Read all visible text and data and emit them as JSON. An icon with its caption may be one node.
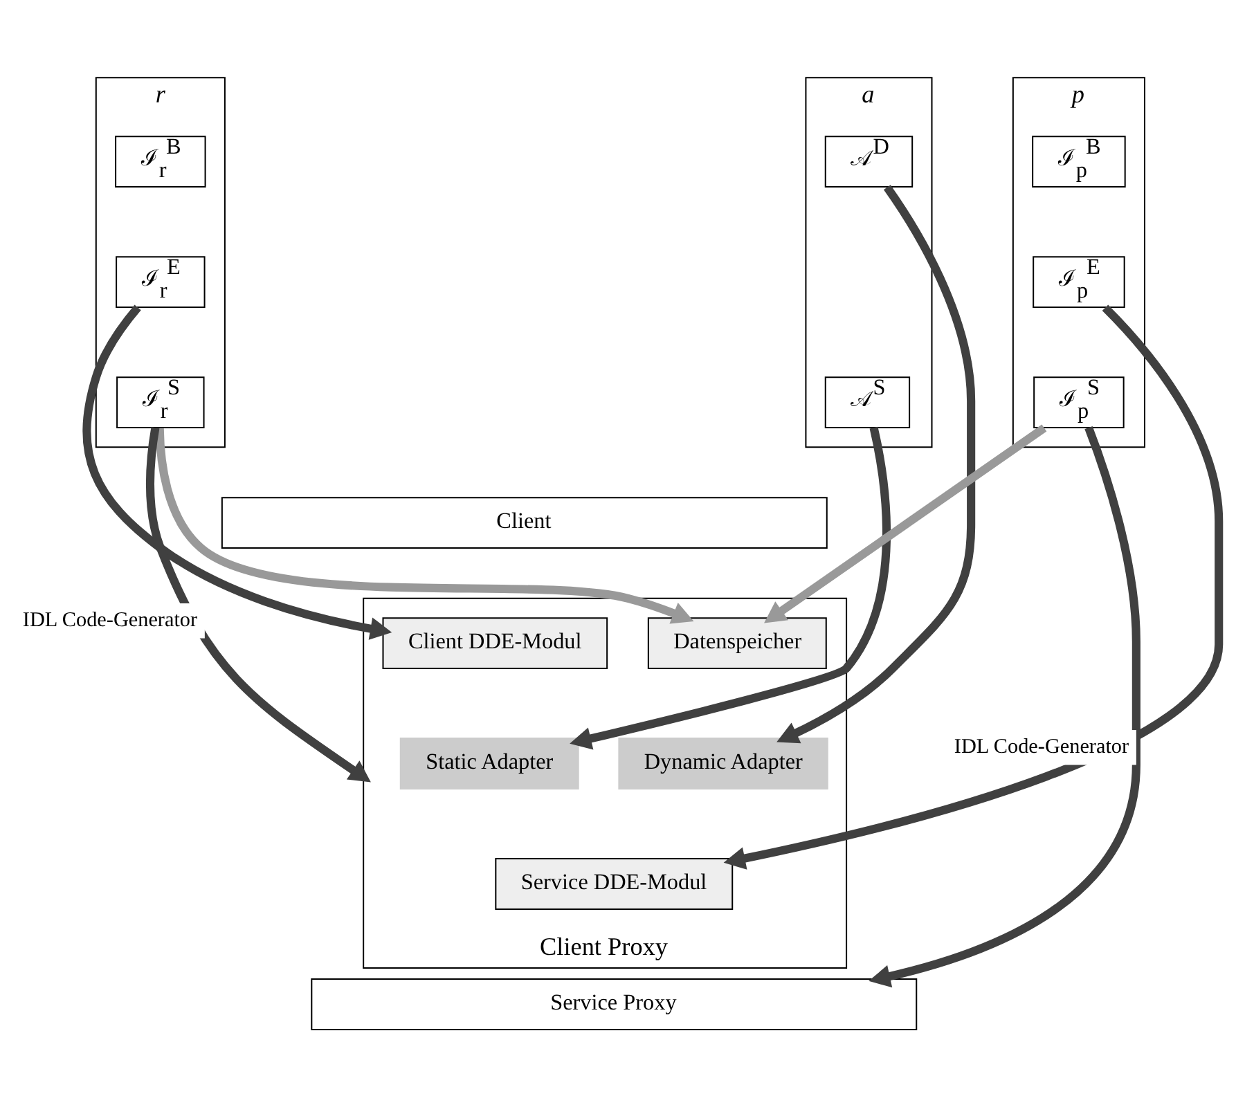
{
  "diagram": {
    "nodes": [
      {
        "text": [
          "r"
        ]
      },
      {
        "text": [
          "ℐ$_{r}$$^{B}$"
        ],
        "in": 0
      },
      {
        "text": [
          "ℐ$_{r}$$^{E}$"
        ],
        "in": 0
      },
      {
        "text": [
          "ℐ$_{r}$$^{S}$"
        ],
        "in": 0
      },
      {
        "text": [
          "a"
        ]
      },
      {
        "text": [
          "𝒜$^{D}$"
        ],
        "in": 4
      },
      {
        "text": [
          "𝒜$^{S}$"
        ],
        "in": 4
      },
      {
        "text": [
          "p"
        ]
      },
      {
        "text": [
          "ℐ$_{p}$$^{B}$"
        ],
        "in": 7
      },
      {
        "text": [
          "ℐ$_{p}$$^{E}$"
        ],
        "in": 7
      },
      {
        "text": [
          "ℐ$_{p}$$^{S}$"
        ],
        "in": 7
      },
      {
        "text": [
          "Client"
        ]
      },
      {
        "text": [
          "Client Proxy"
        ]
      },
      {
        "text": [
          "Datenspeicher"
        ],
        "in": 12
      },
      {
        "text": [
          "Client DDE-Modul"
        ],
        "in": 12
      },
      {
        "text": [
          "Static Adapter"
        ],
        "in": 12
      },
      {
        "text": [
          "Dynamic Adapter"
        ],
        "in": 12
      },
      {
        "text": [
          "Service DDE-Modul"
        ],
        "in": 12
      },
      {
        "text": [
          "Service Proxy"
        ]
      }
    ],
    "edges": [
      {
        "from": 3,
        "to": 12,
        "arrow": "to",
        "label": "IDL Code-Generator"
      },
      {
        "from": 2,
        "to": 14,
        "arrow": "to"
      },
      {
        "from": 6,
        "to": 15,
        "arrow": "to"
      },
      {
        "from": 5,
        "to": 16,
        "arrow": "to"
      },
      {
        "from": 9,
        "to": 17,
        "arrow": "to"
      },
      {
        "from": 10,
        "to": 18,
        "arrow": "to",
        "label": "IDL Code-Generator"
      },
      {
        "from": 3,
        "to": 13,
        "arrow": "to",
        "color": "#999999"
      },
      {
        "from": 10,
        "to": 13,
        "arrow": "to",
        "color": "#999999"
      }
    ]
  }
}
